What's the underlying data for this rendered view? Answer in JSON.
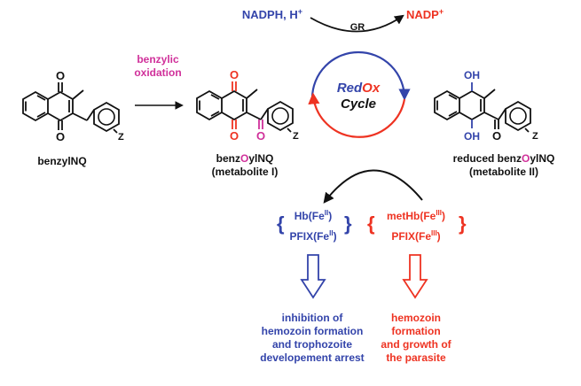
{
  "colors": {
    "black": "#111111",
    "blue": "#3344aa",
    "red": "#ee3322",
    "magenta": "#d0309a"
  },
  "structures": {
    "benzylnq": {
      "atom_o_top": "O",
      "atom_o_bottom": "O",
      "atom_z": "Z",
      "name": "benzylNQ"
    },
    "metabolite1": {
      "atom_o_top": "O",
      "atom_o_bottom": "O",
      "atom_o_ketone": "O",
      "atom_z": "Z",
      "name_part1": "benz",
      "name_highlight": "O",
      "name_part2": "ylNQ",
      "subtitle": "(metabolite I)"
    },
    "metabolite2": {
      "atom_oh_top": "OH",
      "atom_oh_bottom": "OH",
      "atom_o_ketone": "O",
      "atom_z": "Z",
      "name_prefix": "reduced benz",
      "name_highlight": "O",
      "name_part2": "ylNQ",
      "subtitle": "(metabolite II)"
    }
  },
  "oxidation": {
    "line1": "benzylic",
    "line2": "oxidation"
  },
  "cycle": {
    "nadph": "NADPH, H",
    "nadph_sup": "+",
    "nadp": "NADP",
    "nadp_sup": "+",
    "enzyme": "GR",
    "redox_part1": "Red",
    "redox_part2": "Ox",
    "cycle_word": "Cycle"
  },
  "reduced_forms": {
    "hb": "Hb(Fe",
    "hb_sup": "II",
    "hb_close": ")",
    "pfix": "PFIX(Fe",
    "pfix_sup": "II",
    "pfix_close": ")"
  },
  "oxidized_forms": {
    "methb": "metHb(Fe",
    "methb_sup": "III",
    "methb_close": ")",
    "pfix": "PFIX(Fe",
    "pfix_sup": "III",
    "pfix_close": ")"
  },
  "outcomes": {
    "inhibition": {
      "line1": "inhibition of",
      "line2": "hemozoin formation",
      "line3": "and trophozoite",
      "line4": "developement arrest"
    },
    "growth": {
      "line1": "hemozoin",
      "line2": "formation",
      "line3": "and growth of",
      "line4": "the parasite"
    }
  }
}
